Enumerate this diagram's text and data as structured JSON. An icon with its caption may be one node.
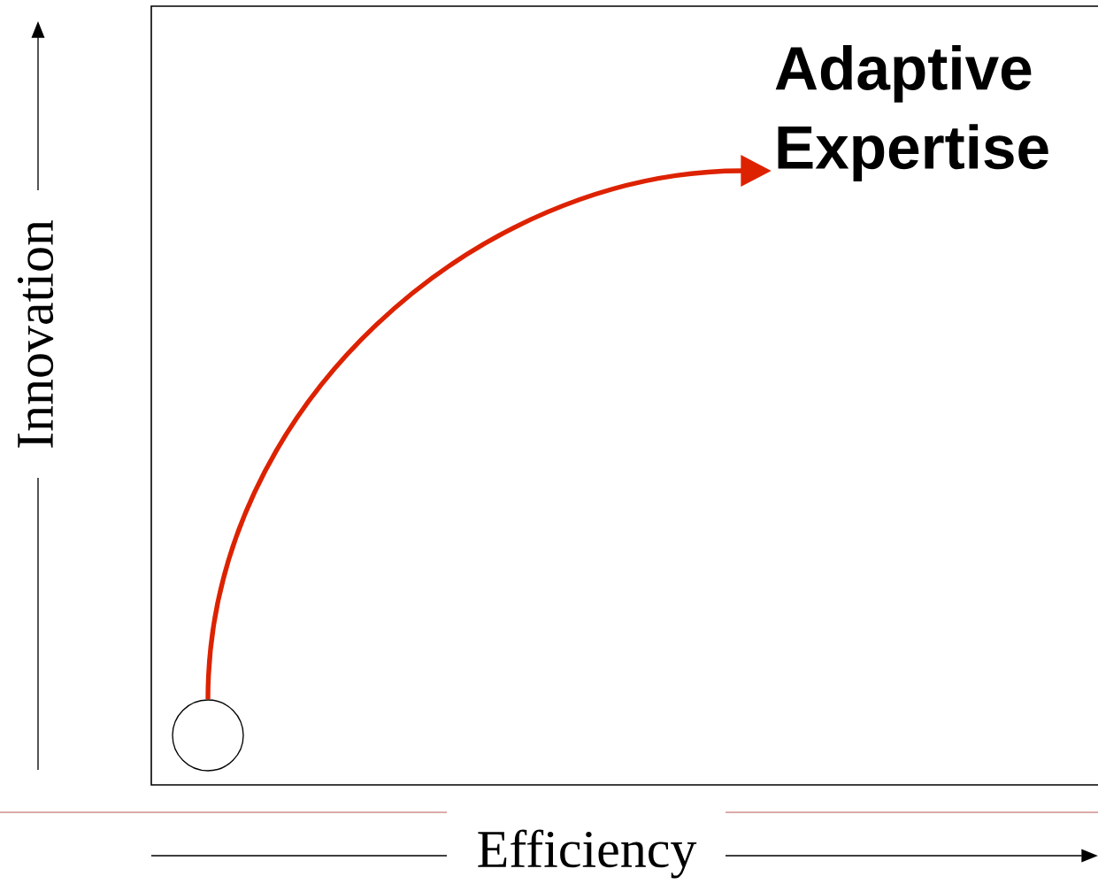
{
  "diagram": {
    "nodes": [
      {
        "text": [],
        "shape": "circle"
      },
      {
        "text": [
          "Adaptive Expertise"
        ]
      }
    ],
    "edges": [
      {
        "from": 0,
        "to": 1,
        "arrow": "to",
        "color": "#dd2200"
      }
    ],
    "labels": [
      "Innovation",
      "Efficiency"
    ]
  }
}
